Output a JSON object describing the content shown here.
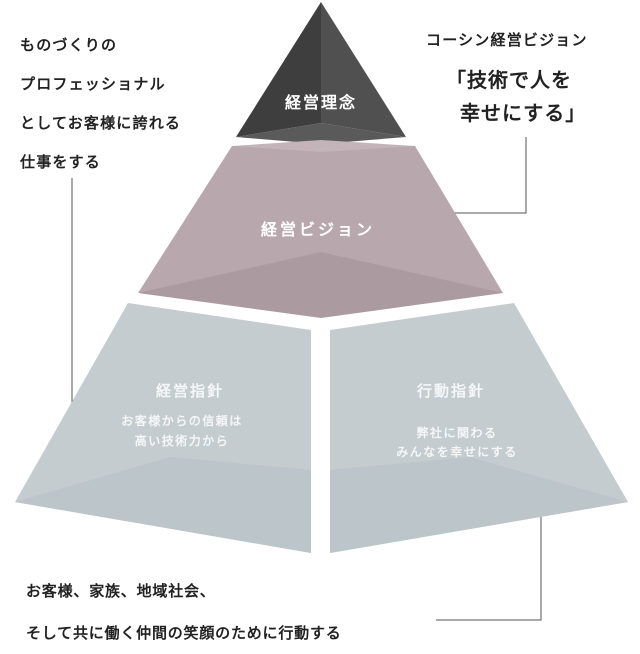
{
  "left_note": {
    "lines": [
      "ものづくりの",
      "プロフェッショナル",
      "としてお客様に誇れる",
      "仕事をする"
    ]
  },
  "right_note": {
    "heading": "コーシン経営ビジョン",
    "quote_lines": [
      "「技術で人を",
      "幸せにする」"
    ]
  },
  "pyramid": {
    "top": {
      "label": "経営理念",
      "color": "#4a4a4a"
    },
    "middle": {
      "label": "経営ビジョン",
      "color": "#b8a8ad"
    },
    "left_block": {
      "title": "経営指針",
      "description": [
        "お客様からの信頼は",
        "高い技術力から"
      ],
      "color": "#c4ccd0"
    },
    "right_block": {
      "title": "行動指針",
      "description": [
        "弊社に関わる",
        "みんなを幸せにする"
      ],
      "color": "#c4ccd0"
    }
  },
  "bottom_note": {
    "lines": [
      "お客様、家族、地域社会、",
      "そして共に働く仲間の笑顔のために行動する"
    ]
  },
  "colors": {
    "connector": "#555555",
    "text": "#222222"
  }
}
